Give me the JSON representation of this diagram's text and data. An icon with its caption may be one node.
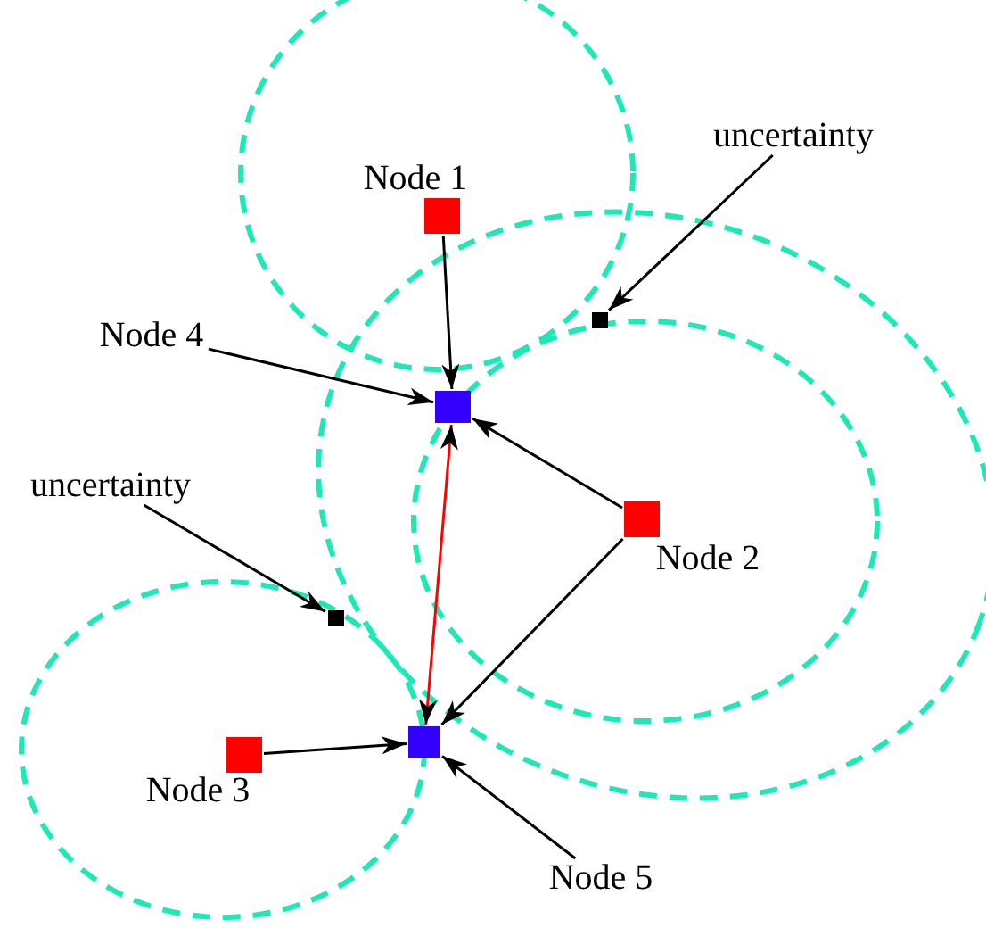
{
  "diagram": {
    "nodes": [
      {
        "text": [],
        "shape": "box",
        "beside": [
          "Node 1"
        ]
      },
      {
        "text": [],
        "shape": "box",
        "beside": [
          "Node 2"
        ]
      },
      {
        "text": [],
        "shape": "box",
        "beside": [
          "Node 3"
        ]
      },
      {
        "text": [],
        "shape": "box"
      },
      {
        "text": [],
        "shape": "box"
      },
      {
        "text": [
          "Node 4"
        ]
      },
      {
        "text": [
          "Node 5"
        ]
      },
      {
        "text": [
          "uncertainty"
        ]
      },
      {
        "text": [
          "uncertainty"
        ]
      },
      {
        "text": [],
        "shape": "box"
      },
      {
        "text": [],
        "shape": "box"
      }
    ],
    "edges": [
      {
        "from": 0,
        "to": 3,
        "arrow": "to"
      },
      {
        "from": 1,
        "to": 3,
        "arrow": "to"
      },
      {
        "from": 1,
        "to": 4,
        "arrow": "to"
      },
      {
        "from": 2,
        "to": 4,
        "arrow": "to"
      },
      {
        "from": 3,
        "to": 4,
        "arrow": "both",
        "color": "#ff0000"
      },
      {
        "from": 5,
        "to": 3,
        "arrow": "to"
      },
      {
        "from": 6,
        "to": 4,
        "arrow": "to"
      },
      {
        "from": 7,
        "to": 9,
        "arrow": "to"
      },
      {
        "from": 8,
        "to": 10,
        "arrow": "to"
      }
    ]
  }
}
